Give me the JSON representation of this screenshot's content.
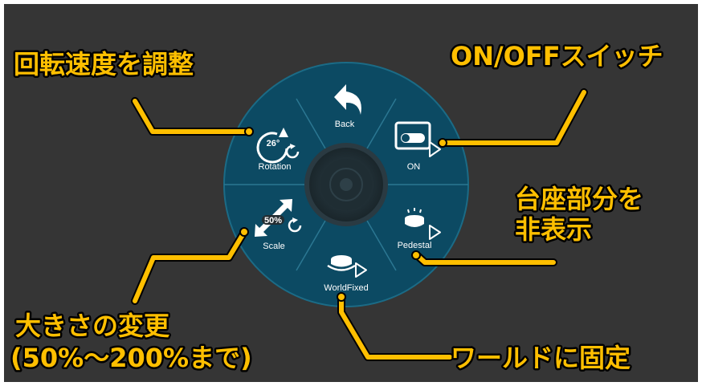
{
  "colors": {
    "background": "#353535",
    "menu_fill": "#0c4a63",
    "accent": "#ffbf00",
    "callout_outline": "#000000"
  },
  "radial_menu": {
    "back": {
      "label": "Back",
      "icon": "back-arrow-icon"
    },
    "on": {
      "label": "ON",
      "icon": "toggle-switch-icon"
    },
    "pedestal": {
      "label": "Pedestal",
      "icon": "pedestal-icon"
    },
    "world_fixed": {
      "label": "WorldFixed",
      "icon": "world-fixed-icon"
    },
    "scale": {
      "label": "Scale",
      "value_text": "50%",
      "icon": "scale-arrows-icon"
    },
    "rotation": {
      "label": "Rotation",
      "value_text": "26°",
      "icon": "rotation-icon"
    },
    "center": {
      "icon": "center-knob-icon"
    }
  },
  "callouts": {
    "rotation_speed": "回転速度を調整",
    "on_off_switch": "ON/OFFスイッチ",
    "hide_pedestal_line1": "台座部分を",
    "hide_pedestal_line2": "非表示",
    "resize_line1": "大きさの変更",
    "resize_line2": "(50%～200%まで)",
    "world_fixed": "ワールドに固定"
  }
}
